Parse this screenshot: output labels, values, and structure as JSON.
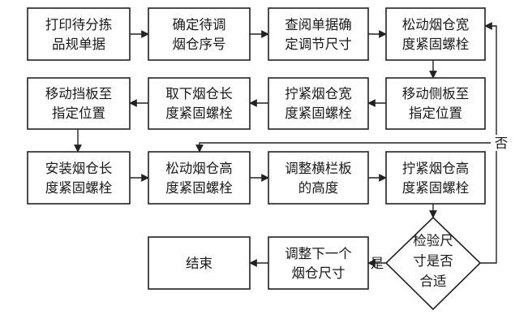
{
  "nodes": {
    "n1": [
      "打印待分拣",
      "品规单据"
    ],
    "n2": [
      "确定待调",
      "烟仓序号"
    ],
    "n3": [
      "查阅单据确",
      "定调节尺寸"
    ],
    "n4": [
      "松动烟仓宽",
      "度紧固螺栓"
    ],
    "n5": [
      "移动侧板至",
      "指定位置"
    ],
    "n6": [
      "拧紧烟仓宽",
      "度紧固螺栓"
    ],
    "n7": [
      "取下烟仓长",
      "度紧固螺栓"
    ],
    "n8": [
      "移动挡板至",
      "指定位置"
    ],
    "n9": [
      "安装烟仓长",
      "度紧固螺栓"
    ],
    "n10": [
      "松动烟仓高",
      "度紧固螺栓"
    ],
    "n11": [
      "调整横栏板",
      "的高度"
    ],
    "n12": [
      "拧紧烟仓高",
      "度紧固螺栓"
    ],
    "n13": [
      "检验尺",
      "寸是否",
      "合适"
    ],
    "n14": [
      "调整下一个",
      "烟仓尺寸"
    ],
    "n15": [
      "结束"
    ]
  },
  "edge_labels": {
    "yes": "是",
    "no": "否"
  }
}
